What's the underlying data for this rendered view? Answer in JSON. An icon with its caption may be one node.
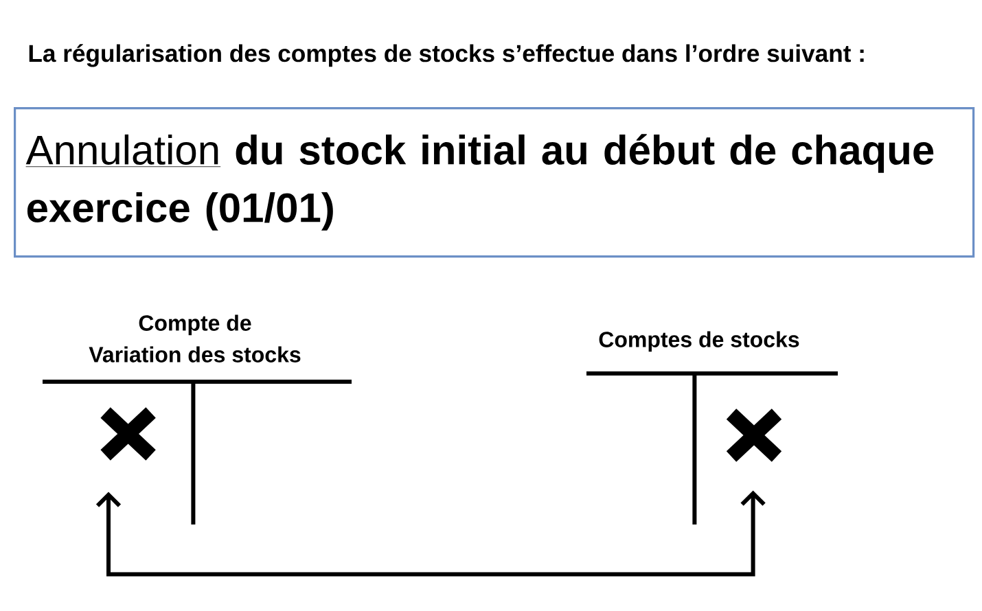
{
  "diagram": {
    "title": "La régularisation des comptes de stocks s’effectue dans l’ordre suivant :",
    "nodes": [
      {
        "text": [
          "Annulation",
          "du stock initial au début de chaque exercice (01/01)"
        ]
      },
      {
        "text": [
          "Compte de Variation des stocks"
        ]
      },
      {
        "text": [],
        "shape": "cross",
        "in": 1
      },
      {
        "text": [
          "Comptes de stocks"
        ]
      },
      {
        "text": [],
        "shape": "cross",
        "in": 3
      }
    ],
    "edges": [
      {
        "from": 2,
        "to": 4,
        "arrow": "both"
      }
    ]
  }
}
